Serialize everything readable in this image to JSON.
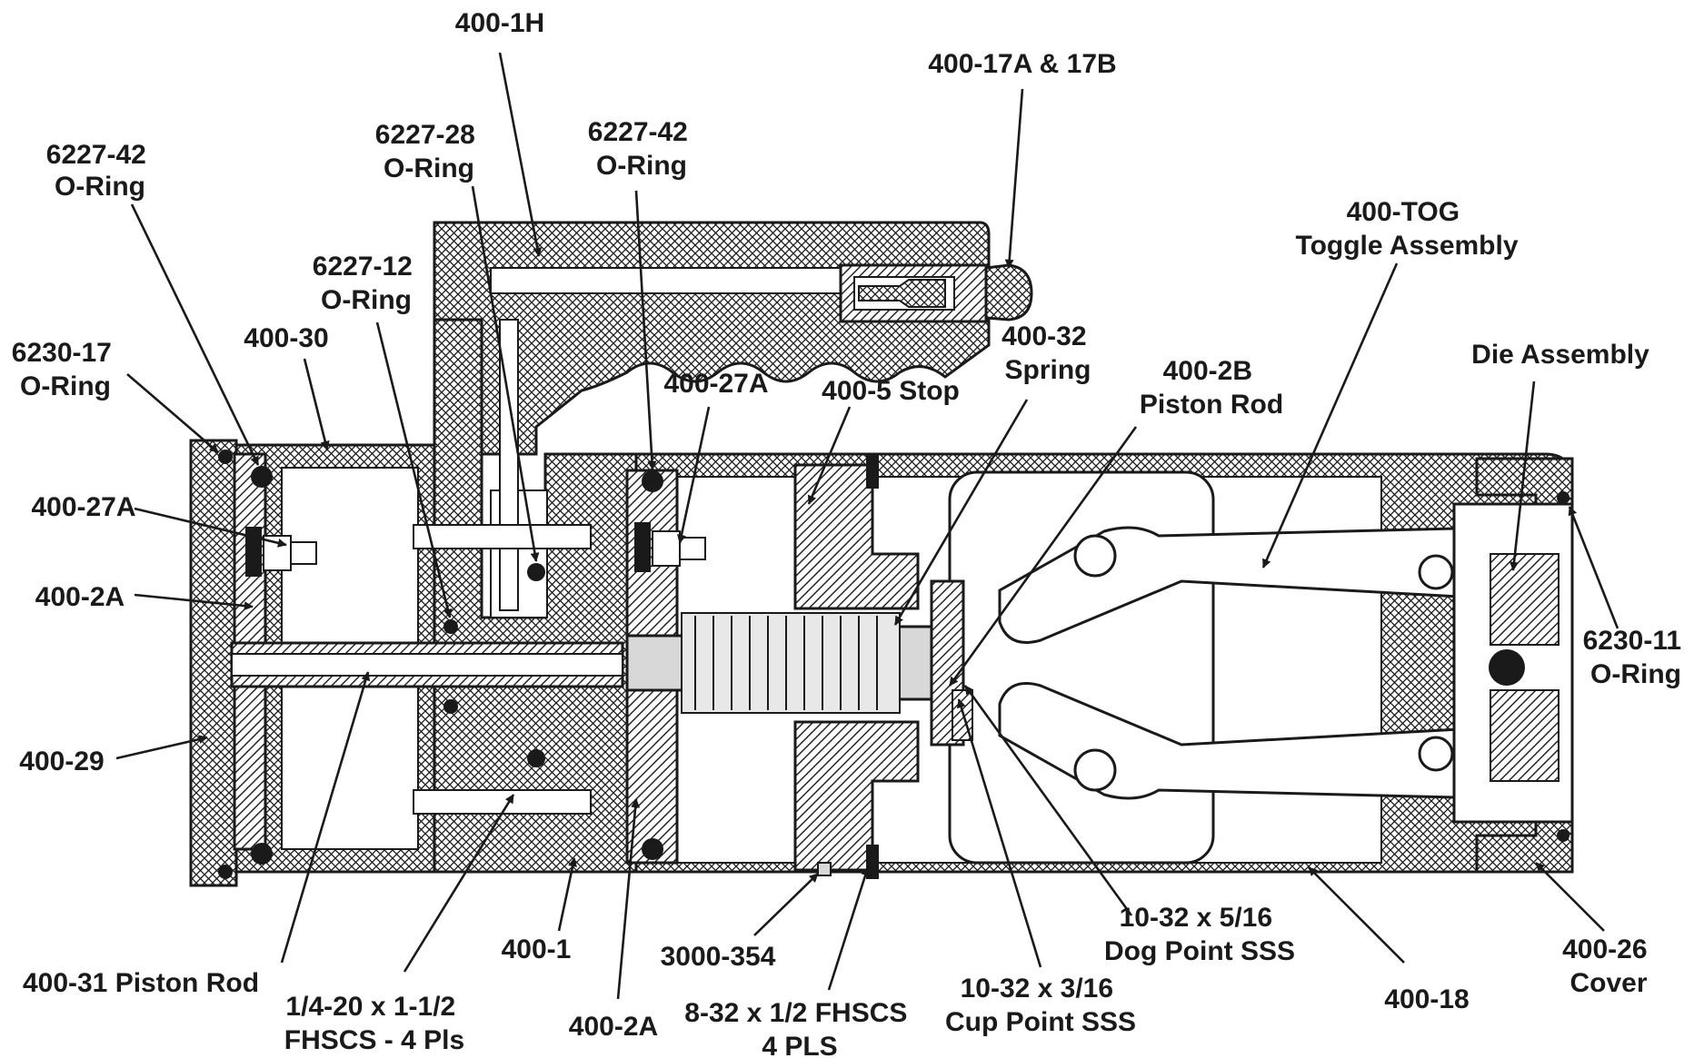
{
  "colors": {
    "ink": "#1a1a1a",
    "background": "#ffffff",
    "bore": "#ffffff",
    "rod": "#d8d8d8"
  },
  "labels": {
    "400_1H": [
      "400-1H"
    ],
    "400_17AB": [
      "400-17A & 17B"
    ],
    "6227_42_left": [
      "6227-42",
      "O-Ring"
    ],
    "6227_28": [
      "6227-28",
      "O-Ring"
    ],
    "6227_42_mid": [
      "6227-42",
      "O-Ring"
    ],
    "400_TOG": [
      "400-TOG",
      "Toggle Assembly"
    ],
    "6227_12": [
      "6227-12",
      "O-Ring"
    ],
    "6230_17": [
      "6230-17",
      "O-Ring"
    ],
    "400_30": [
      "400-30"
    ],
    "400_32": [
      "400-32",
      "Spring"
    ],
    "400_2B": [
      "400-2B",
      "Piston Rod"
    ],
    "die_assembly": [
      "Die Assembly"
    ],
    "400_27A_mid": [
      "400-27A"
    ],
    "400_5_stop": [
      "400-5 Stop"
    ],
    "400_27A_left": [
      "400-27A"
    ],
    "400_2A_left": [
      "400-2A"
    ],
    "6230_11": [
      "6230-11",
      "O-Ring"
    ],
    "400_29": [
      "400-29"
    ],
    "10_32_dog": [
      "10-32 x 5/16",
      "Dog Point SSS"
    ],
    "400_1": [
      "400-1"
    ],
    "3000_354": [
      "3000-354"
    ],
    "400_26": [
      "400-26",
      "Cover"
    ],
    "400_31": [
      "400-31 Piston Rod"
    ],
    "fhscs_quarter": [
      "1/4-20 x 1-1/2",
      "FHSCS - 4 Pls"
    ],
    "10_32_cup": [
      "10-32 x 3/16",
      "Cup Point SSS"
    ],
    "400_18": [
      "400-18"
    ],
    "400_2A_bottom": [
      "400-2A"
    ],
    "fhscs_832": [
      "8-32 x 1/2 FHSCS",
      "4 PLS"
    ]
  }
}
